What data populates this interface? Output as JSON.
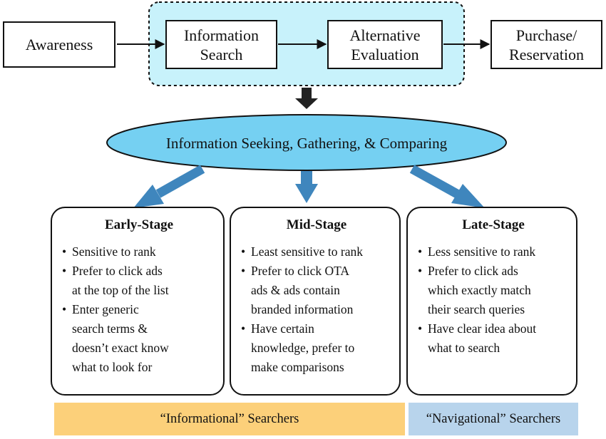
{
  "funnel": {
    "awareness": "Awareness",
    "information_search": [
      "Information",
      "Search"
    ],
    "alternative_evaluation": [
      "Alternative",
      "Evaluation"
    ],
    "purchase": [
      "Purchase/",
      "Reservation"
    ]
  },
  "ellipse_label": "Information Seeking, Gathering, & Comparing",
  "stages": [
    {
      "title": "Early-Stage",
      "bullets": [
        [
          "Sensitive to rank"
        ],
        [
          "Prefer to click ads",
          "at the top of the list"
        ],
        [
          "Enter generic",
          "search terms &",
          "doesn’t exact know",
          "what to look for"
        ]
      ]
    },
    {
      "title": "Mid-Stage",
      "bullets": [
        [
          "Least sensitive to rank"
        ],
        [
          "Prefer to click OTA",
          "ads & ads contain",
          "branded information"
        ],
        [
          "Have certain",
          "knowledge, prefer to",
          "make comparisons"
        ]
      ]
    },
    {
      "title": "Late-Stage",
      "bullets": [
        [
          "Less sensitive to rank"
        ],
        [
          "Prefer to click ads",
          "which exactly match",
          "their search queries"
        ],
        [
          "Have clear idea about",
          "what to search"
        ]
      ]
    }
  ],
  "bands": {
    "informational": "“Informational” Searchers",
    "navigational": "“Navigational” Searchers"
  },
  "colors": {
    "highlight_box": "#c8f2fb",
    "ellipse_fill": "#75d0f2",
    "arrow_blue": "#3f86bd",
    "informational_band": "#fcd07a",
    "navigational_band": "#b8d4ec"
  },
  "bullet_char": "•"
}
